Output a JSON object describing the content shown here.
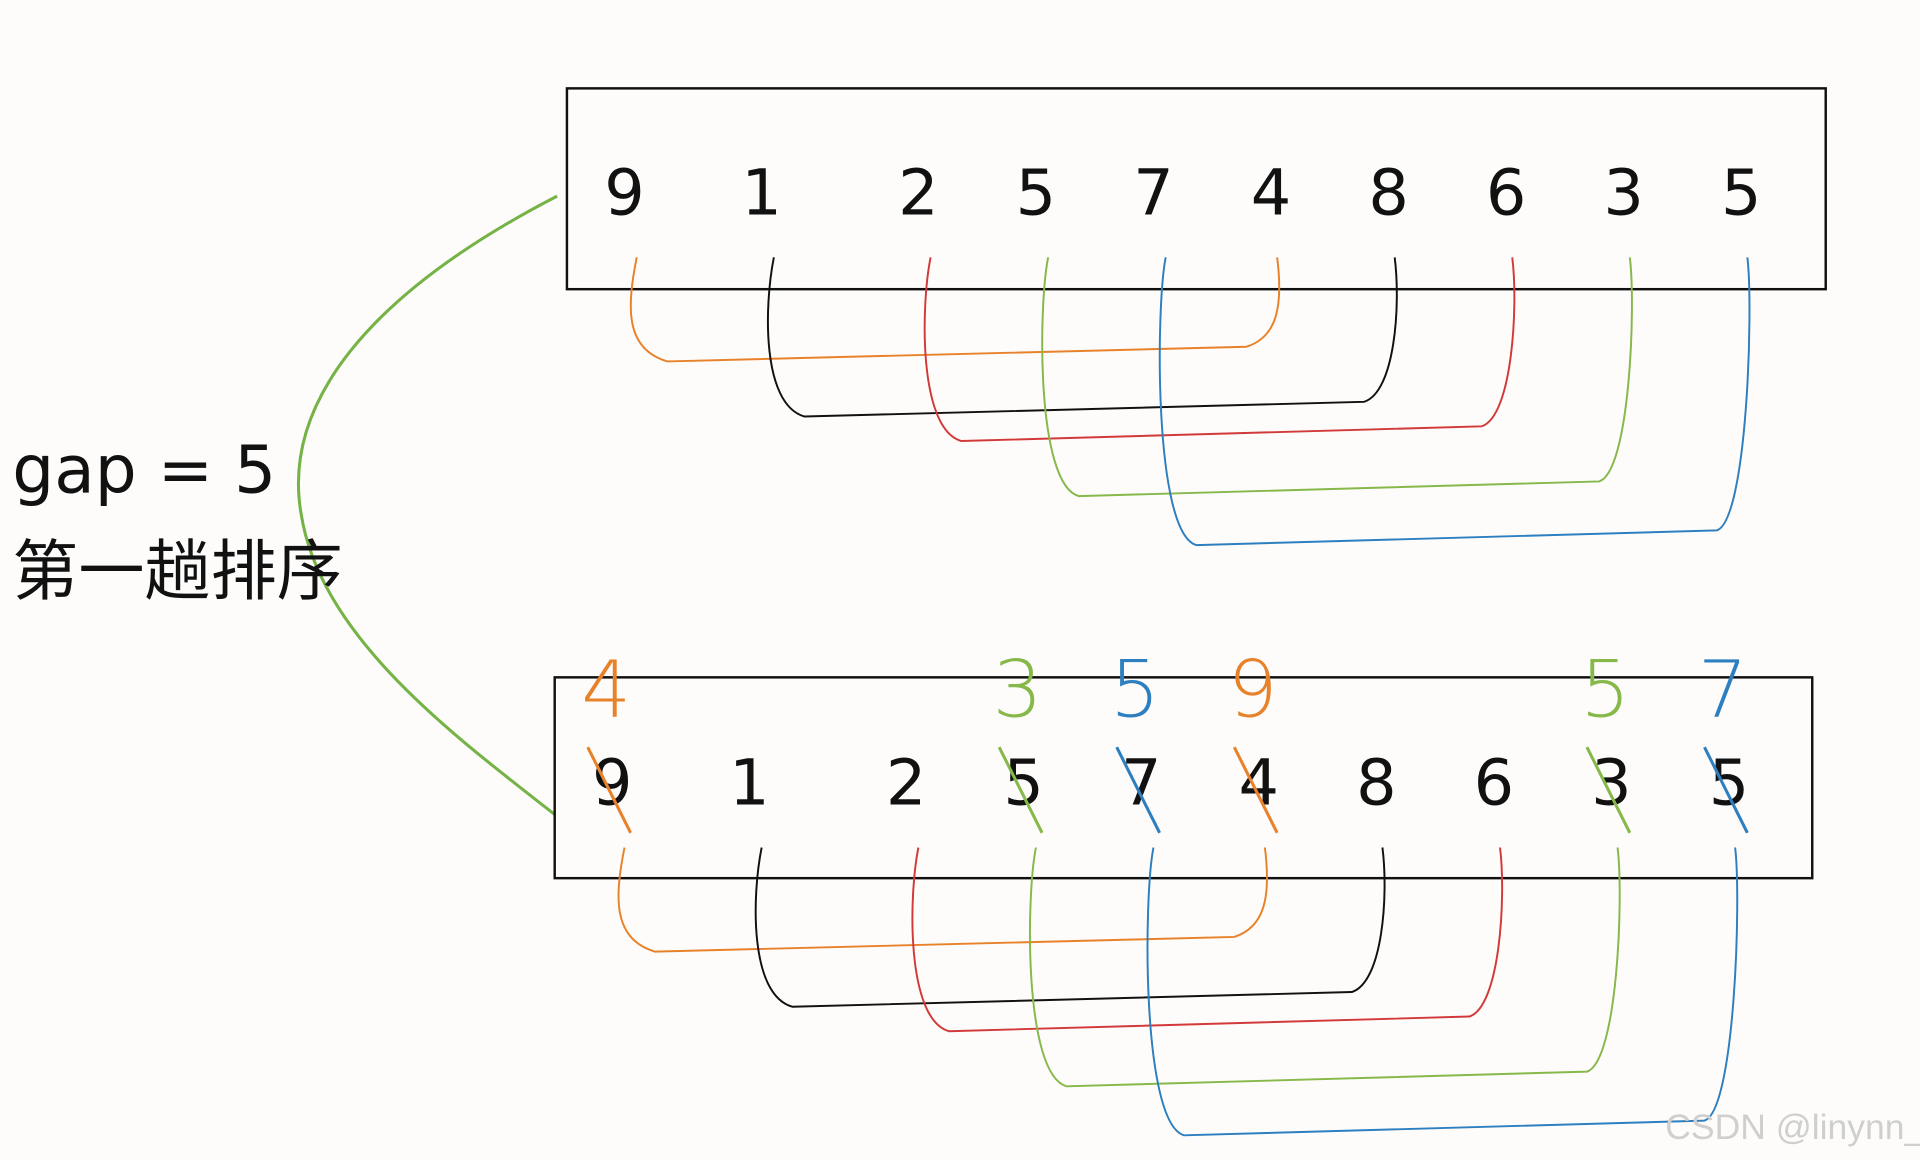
{
  "label": {
    "gap": "gap = 5",
    "pass": "第一趟排序"
  },
  "top_array": [
    "9",
    "1",
    "2",
    "5",
    "7",
    "4",
    "8",
    "6",
    "3",
    "5"
  ],
  "bottom_array": [
    "9",
    "1",
    "2",
    "5",
    "7",
    "4",
    "8",
    "6",
    "3",
    "5"
  ],
  "groups": [
    {
      "from": 0,
      "to": 5,
      "color": "#e8822a"
    },
    {
      "from": 1,
      "to": 6,
      "color": "#111111"
    },
    {
      "from": 2,
      "to": 7,
      "color": "#d23a3a"
    },
    {
      "from": 3,
      "to": 8,
      "color": "#86b84a"
    },
    {
      "from": 4,
      "to": 9,
      "color": "#2d7fc0"
    }
  ],
  "annotations": [
    {
      "index": 0,
      "text": "4",
      "color": "#e8822a"
    },
    {
      "index": 3,
      "text": "3",
      "color": "#86b84a"
    },
    {
      "index": 4,
      "text": "5",
      "color": "#2d7fc0"
    },
    {
      "index": 5,
      "text": "9",
      "color": "#e8822a"
    },
    {
      "index": 8,
      "text": "5",
      "color": "#86b84a"
    },
    {
      "index": 9,
      "text": "7",
      "color": "#2d7fc0"
    }
  ],
  "connector_color": "#76b347",
  "watermark": "CSDN @linynn_"
}
